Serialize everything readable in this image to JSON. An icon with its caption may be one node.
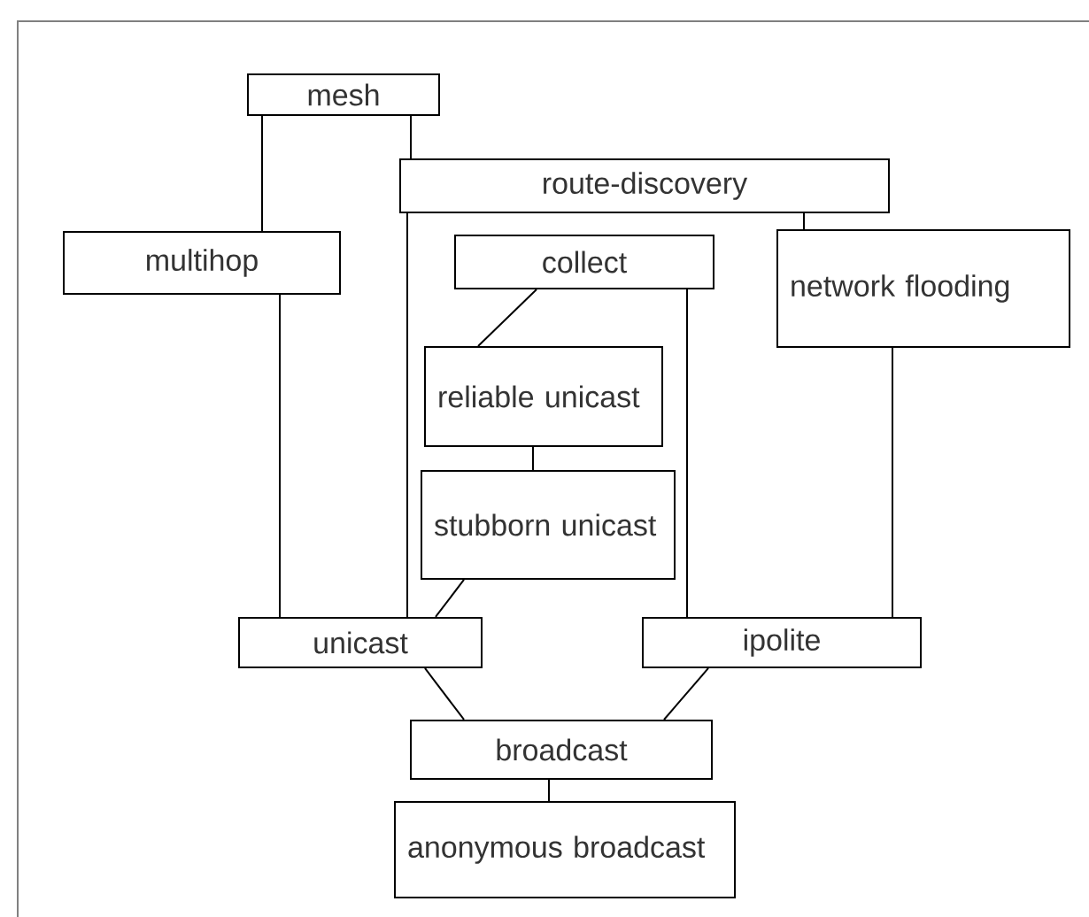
{
  "diagram": {
    "nodes": [
      {
        "text": [
          "mesh"
        ]
      },
      {
        "text": [
          "route-discovery"
        ]
      },
      {
        "text": [
          "multihop"
        ]
      },
      {
        "text": [
          "collect"
        ]
      },
      {
        "text": [
          "network flooding"
        ]
      },
      {
        "text": [
          "reliable unicast"
        ]
      },
      {
        "text": [
          "stubborn unicast"
        ]
      },
      {
        "text": [
          "unicast"
        ]
      },
      {
        "text": [
          "ipolite"
        ]
      },
      {
        "text": [
          "broadcast"
        ]
      },
      {
        "text": [
          "anonymous broadcast"
        ]
      }
    ],
    "edges": [
      {
        "from": 0,
        "to": 2,
        "arrow": "none"
      },
      {
        "from": 0,
        "to": 1,
        "arrow": "none"
      },
      {
        "from": 1,
        "to": 7,
        "arrow": "none"
      },
      {
        "from": 1,
        "to": 4,
        "arrow": "none"
      },
      {
        "from": 2,
        "to": 7,
        "arrow": "none"
      },
      {
        "from": 3,
        "to": 5,
        "arrow": "none"
      },
      {
        "from": 3,
        "to": 8,
        "arrow": "none"
      },
      {
        "from": 5,
        "to": 6,
        "arrow": "none"
      },
      {
        "from": 6,
        "to": 7,
        "arrow": "none"
      },
      {
        "from": 4,
        "to": 8,
        "arrow": "none"
      },
      {
        "from": 7,
        "to": 9,
        "arrow": "none"
      },
      {
        "from": 8,
        "to": 9,
        "arrow": "none"
      },
      {
        "from": 9,
        "to": 10,
        "arrow": "none"
      }
    ]
  }
}
